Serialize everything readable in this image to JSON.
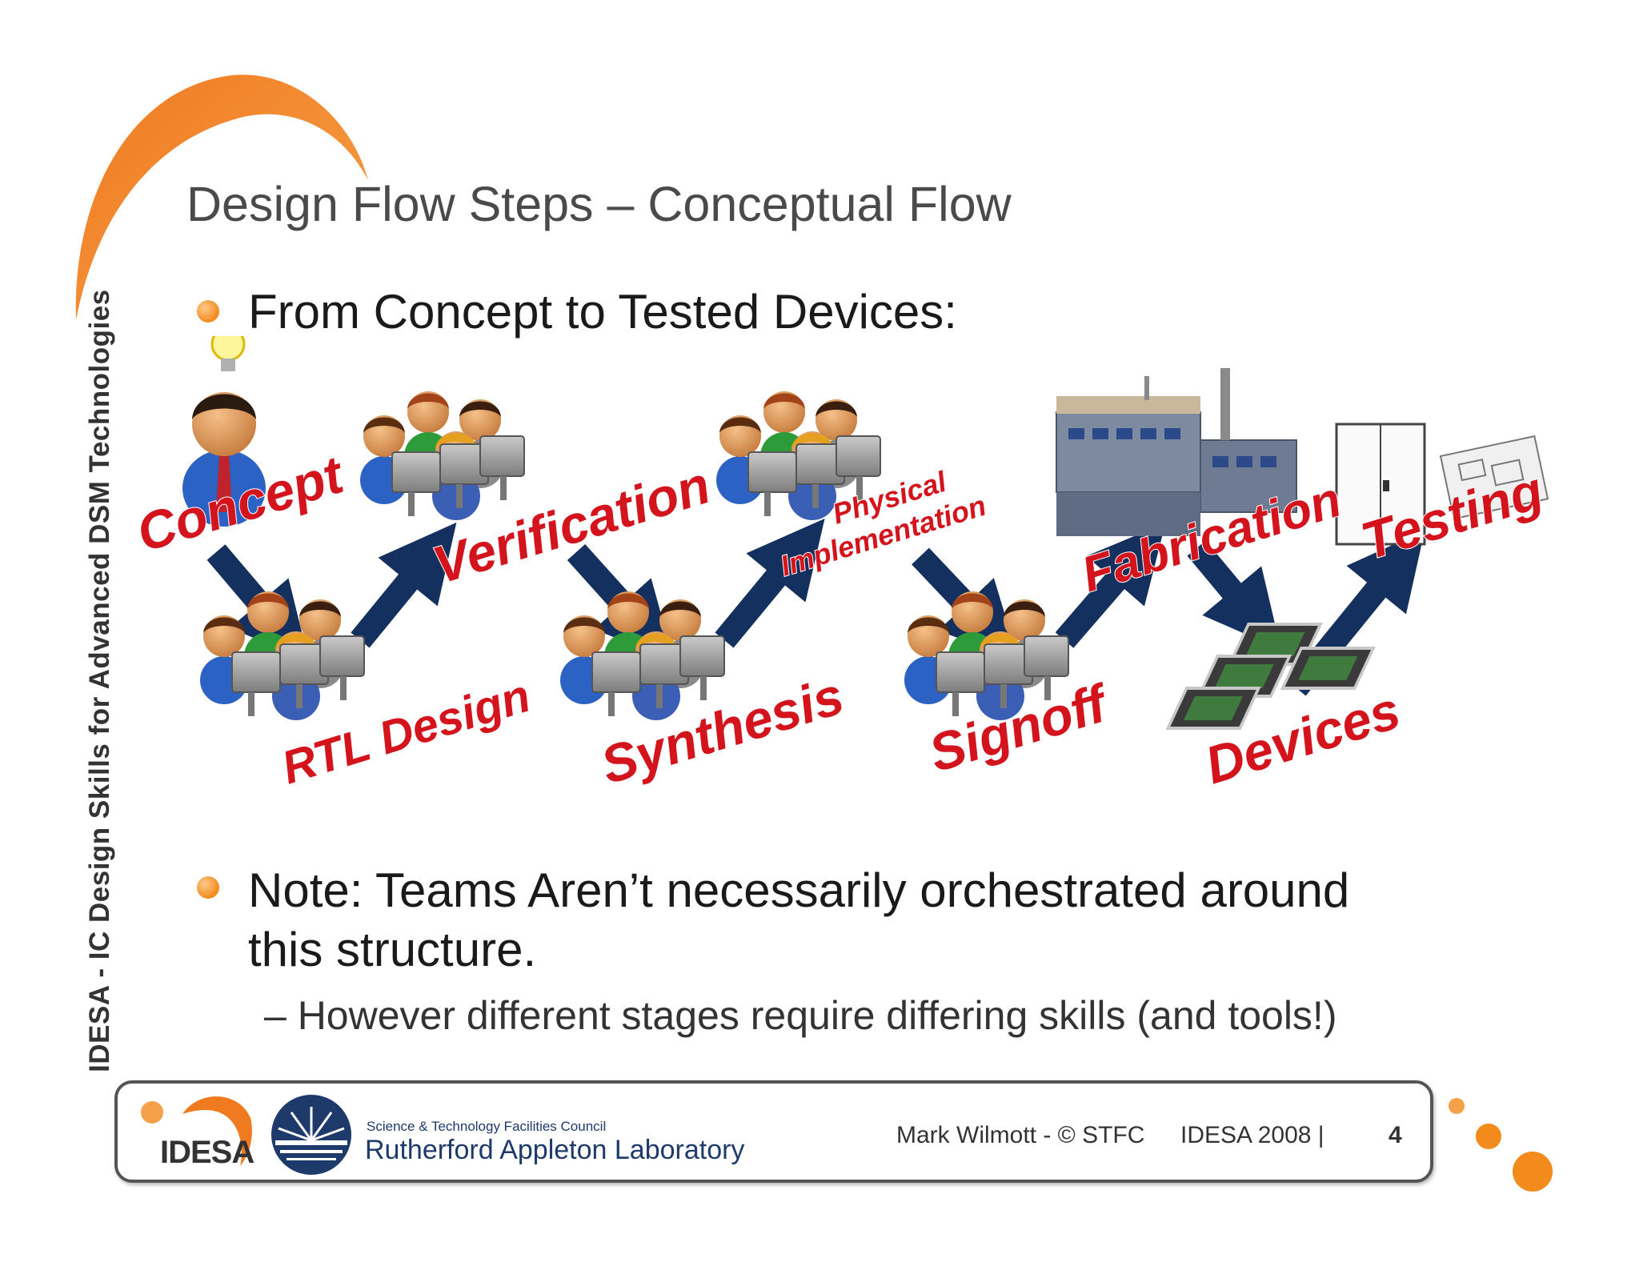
{
  "slide": {
    "side_text": "IDESA - IC Design Skills for Advanced DSM Technologies",
    "title": "Design Flow Steps – Conceptual Flow",
    "bullets": [
      {
        "text": "From Concept to Tested Devices:"
      },
      {
        "line1": "Note: Teams Aren’t necessarily orchestrated around",
        "line2": "this structure."
      }
    ],
    "sub_bullet": "–  However different stages require differing skills (and tools!)"
  },
  "flow": {
    "stages": {
      "concept": "Concept",
      "rtl_design": "RTL Design",
      "verification": "Verification",
      "synthesis": "Synthesis",
      "physical_line1": "Physical",
      "physical_line2": "Implementation",
      "signoff": "Signoff",
      "fabrication": "Fabrication",
      "devices": "Devices",
      "testing": "Testing"
    }
  },
  "footer": {
    "idesa_logo_text": "IDESA",
    "council_text": "Science & Technology Facilities Council",
    "lab_name": "Rutherford Appleton Laboratory",
    "credit": "Mark Wilmott - © STFC",
    "event": "IDESA 2008 |",
    "page_number": "4"
  },
  "colors": {
    "accent_orange": "#f28a1c",
    "label_red": "#d4141c",
    "arrow_navy": "#14305e",
    "stfc_navy": "#1d3a6b"
  }
}
